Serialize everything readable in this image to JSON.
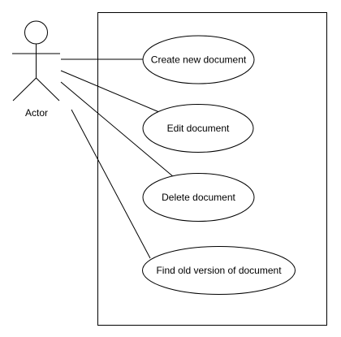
{
  "actor": {
    "label": "Actor"
  },
  "use_cases": [
    {
      "label": "Create new document"
    },
    {
      "label": "Edit document"
    },
    {
      "label": "Delete document"
    },
    {
      "label": "Find old version of document"
    }
  ],
  "colors": {
    "stroke": "#000000",
    "background": "#ffffff"
  }
}
